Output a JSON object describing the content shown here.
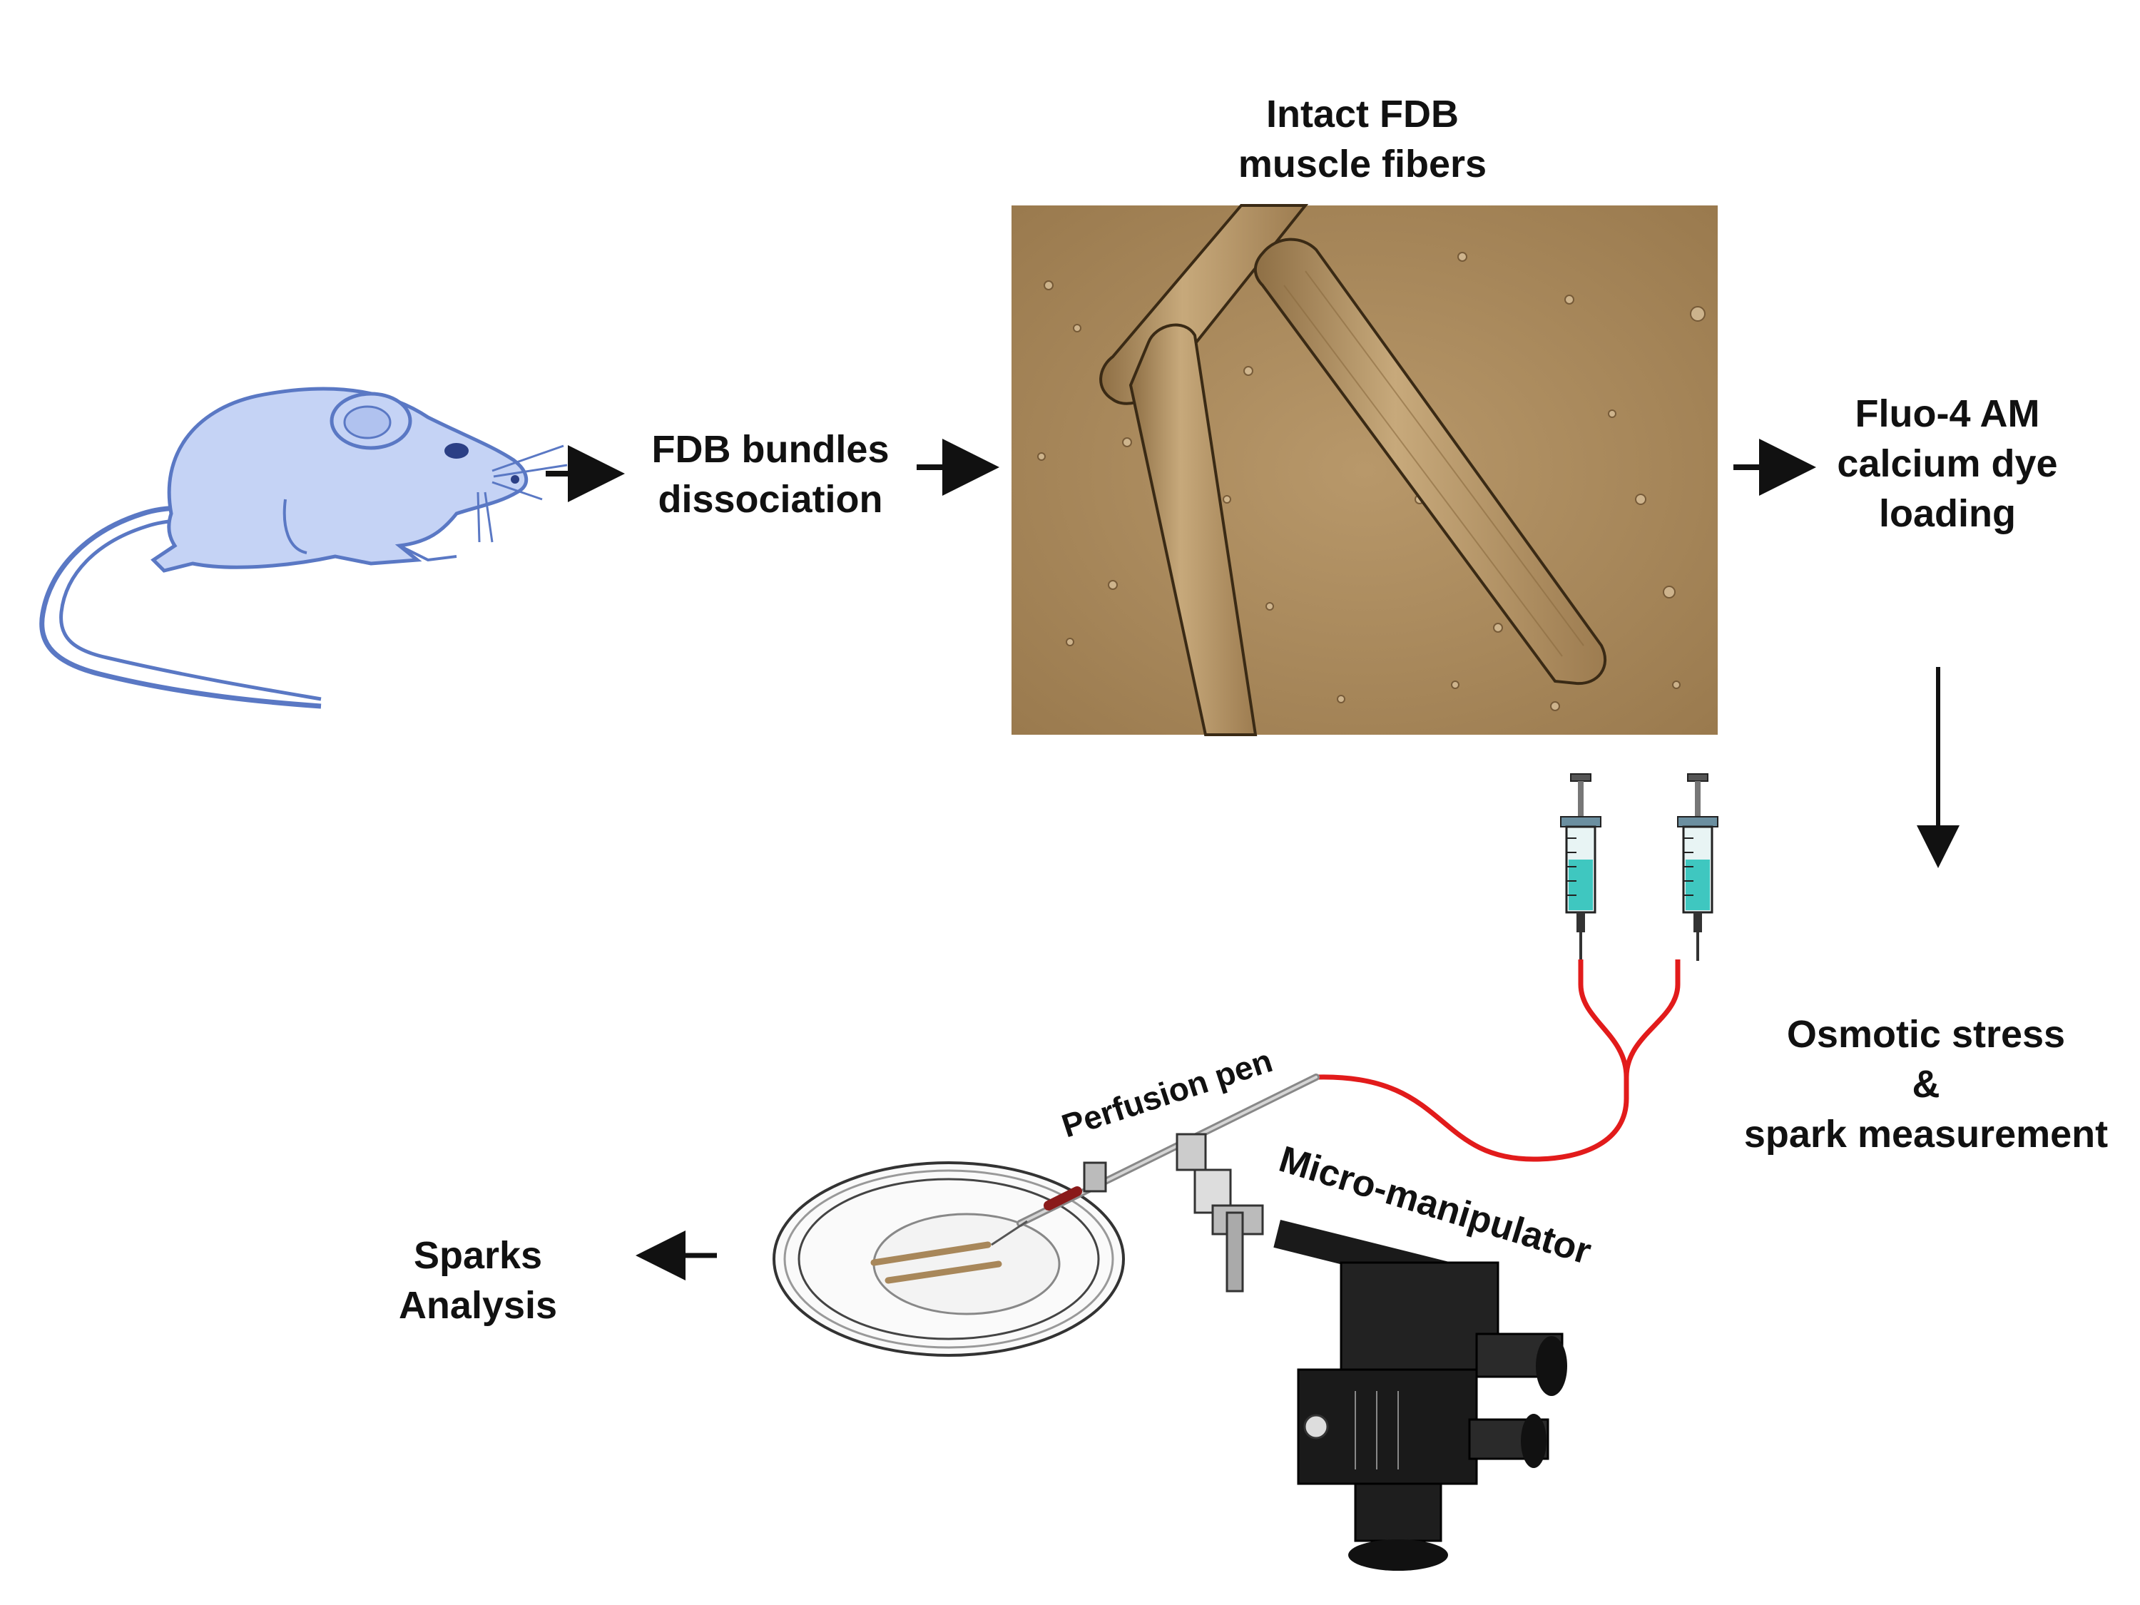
{
  "labels": {
    "fiber_title": [
      "Intact FDB",
      "muscle fibers"
    ],
    "dissociation": [
      "FDB  bundles",
      "dissociation"
    ],
    "dye_loading": [
      "Fluo-4 AM",
      "calcium dye",
      "loading"
    ],
    "osmotic": [
      "Osmotic stress",
      "&",
      "spark measurement"
    ],
    "sparks": [
      "Sparks",
      "Analysis"
    ],
    "perfusion_pen": "Perfusion pen",
    "micromanipulator": "Micro-manipulator"
  },
  "colors": {
    "mouse_fill": "#c5d3f5",
    "mouse_outline": "#5a78c4",
    "micrograph_bg": "#a8875a",
    "fiber": "#b8986b",
    "tubing": "#e21b1b",
    "syringe_liquid": "#3fc7c0"
  },
  "icons": [
    "mouse-illustration",
    "muscle-fiber-micrograph",
    "syringe-icon",
    "perfusion-dish",
    "micromanipulator-device"
  ]
}
